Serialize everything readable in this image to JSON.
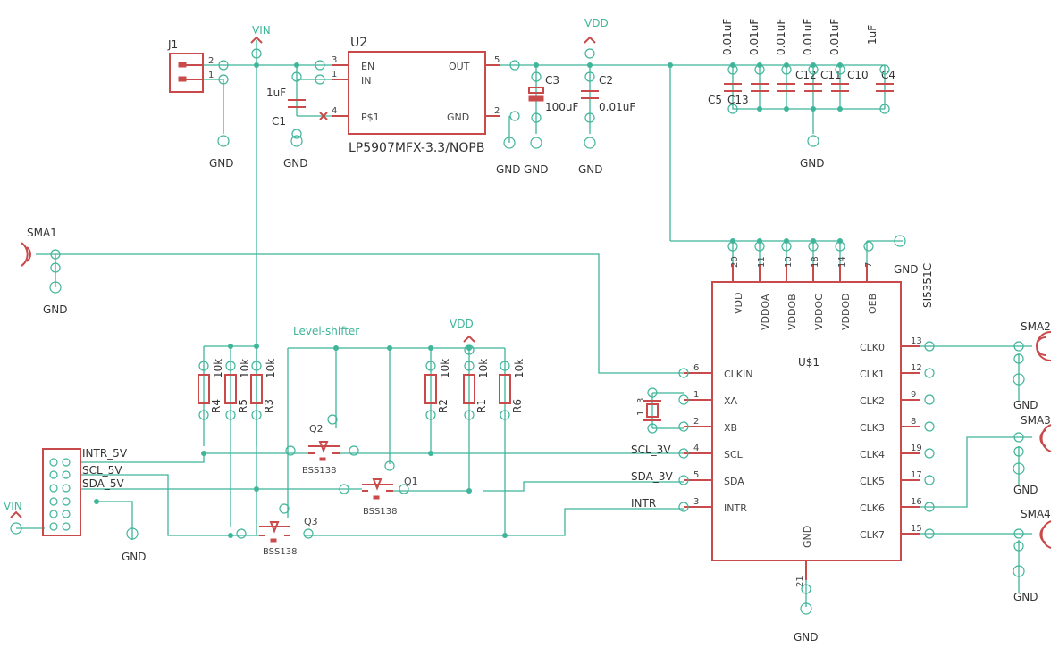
{
  "components": {
    "J1": "J1",
    "U2": {
      "ref": "U2",
      "value": "LP5907MFX-3.3/NOPB",
      "pins": {
        "en": "EN",
        "in": "IN",
        "out": "OUT",
        "gnd": "GND",
        "p1": "P$1"
      },
      "pin_numbers": [
        "3",
        "1",
        "5",
        "4",
        "2"
      ]
    },
    "U1": {
      "ref": "U$1",
      "value": "SI5351C",
      "top_pins": [
        "VDD",
        "VDDOA",
        "VDDOB",
        "VDDOC",
        "VDDOD",
        "OEB"
      ],
      "top_pin_numbers": [
        "20",
        "11",
        "10",
        "18",
        "14",
        "7"
      ],
      "left_pins": [
        "CLKIN",
        "XA",
        "XB",
        "SCL",
        "SDA",
        "INTR"
      ],
      "left_pin_numbers": [
        "6",
        "1",
        "2",
        "4",
        "5",
        "3"
      ],
      "right_pins": [
        "CLK0",
        "CLK1",
        "CLK2",
        "CLK3",
        "CLK4",
        "CLK5",
        "CLK6",
        "CLK7"
      ],
      "right_pin_numbers": [
        "13",
        "12",
        "9",
        "8",
        "19",
        "17",
        "16",
        "15"
      ],
      "gnd_pin": "GND",
      "gnd_pin_number": "21"
    },
    "C1": {
      "ref": "C1",
      "value": "1uF"
    },
    "C2": {
      "ref": "C2",
      "value": "0.01uF"
    },
    "C3": {
      "ref": "C3",
      "value": "100uF"
    },
    "caps_top": [
      {
        "ref": "C5",
        "value": "0.01uF"
      },
      {
        "ref": "C13",
        "value": "0.01uF"
      },
      {
        "ref": "C12",
        "value": "0.01uF"
      },
      {
        "ref": "C11",
        "value": "0.01uF"
      },
      {
        "ref": "C10",
        "value": "0.01uF"
      },
      {
        "ref": "C4",
        "value": "1uF"
      }
    ],
    "resistors": [
      {
        "ref": "R4",
        "value": "10k"
      },
      {
        "ref": "R5",
        "value": "10k"
      },
      {
        "ref": "R3",
        "value": "10k"
      },
      {
        "ref": "R2",
        "value": "10k"
      },
      {
        "ref": "R1",
        "value": "10k"
      },
      {
        "ref": "R6",
        "value": "10k"
      }
    ],
    "mosfets": [
      {
        "ref": "Q2",
        "value": "BSS138"
      },
      {
        "ref": "Q1",
        "value": "BSS138"
      },
      {
        "ref": "Q3",
        "value": "BSS138"
      }
    ],
    "sma": [
      "SMA1",
      "SMA2",
      "SMA3",
      "SMA4"
    ]
  },
  "supplies": {
    "vin": "VIN",
    "vdd": "VDD",
    "gnd": "GND"
  },
  "nets": {
    "intr_5v": "INTR_5V",
    "scl_5v": "SCL_5V",
    "sda_5v": "SDA_5V",
    "scl_3v": "SCL_3V",
    "sda_3v": "SDA_3V",
    "intr": "INTR"
  },
  "labels": {
    "level_shifter": "Level-shifter"
  },
  "pins_small": {
    "j1_2": "2",
    "j1_1": "1",
    "xtal_1": "1",
    "xtal_3": "3"
  },
  "colors": {
    "wire": "#3fb59a",
    "symbol": "#c94a4a"
  }
}
